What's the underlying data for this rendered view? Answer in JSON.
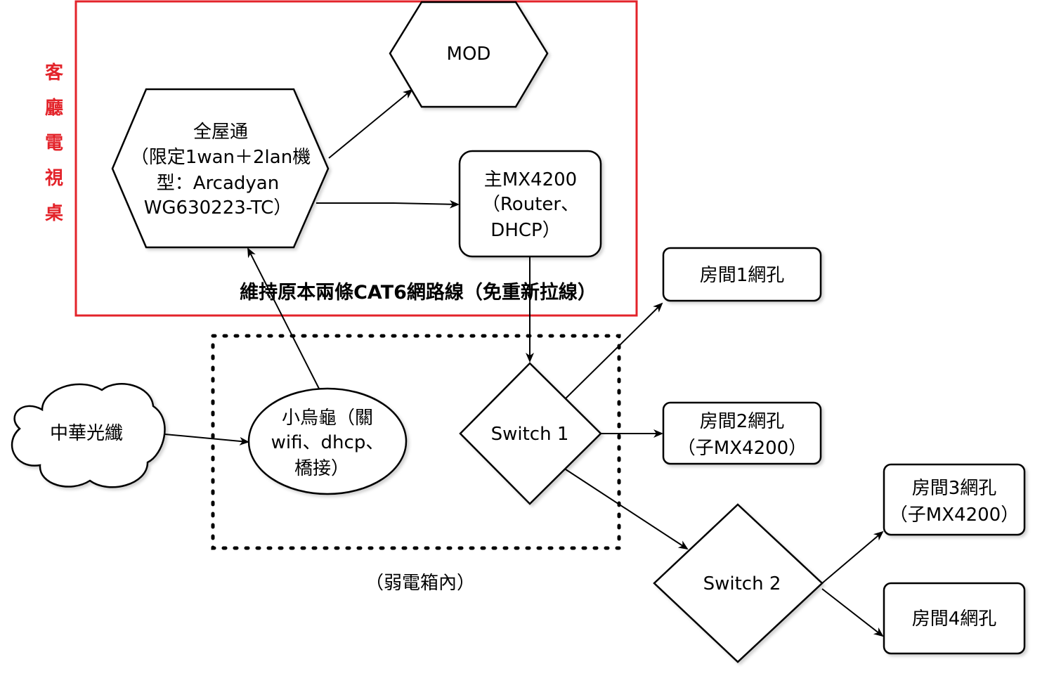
{
  "zones": {
    "living_room": {
      "title_chars": [
        "客",
        "廳",
        "電",
        "視",
        "桌"
      ],
      "color": "#e3232a"
    },
    "weak_box": {
      "caption": "（弱電箱內）"
    }
  },
  "cable_note": "維持原本兩條CAT6網路線（免重新拉線）",
  "nodes": {
    "mod": {
      "lines": [
        "MOD"
      ]
    },
    "whole_home": {
      "lines": [
        "全屋通",
        "（限定1wan＋2lan機",
        "型：Arcadyan",
        "WG630223-TC）"
      ]
    },
    "main_mx": {
      "lines": [
        "主MX4200",
        "（Router、",
        "DHCP）"
      ]
    },
    "cht_fiber": {
      "lines": [
        "中華光纖"
      ]
    },
    "turtle": {
      "lines": [
        "小烏龜（關",
        "wifi、dhcp、",
        "橋接）"
      ]
    },
    "switch1": {
      "lines": [
        "Switch 1"
      ]
    },
    "switch2": {
      "lines": [
        "Switch 2"
      ]
    },
    "room1": {
      "lines": [
        "房間1網孔"
      ]
    },
    "room2": {
      "lines": [
        "房間2網孔",
        "（子MX4200）"
      ]
    },
    "room3": {
      "lines": [
        "房間3網孔",
        "（子MX4200）"
      ]
    },
    "room4": {
      "lines": [
        "房間4網孔"
      ]
    }
  }
}
